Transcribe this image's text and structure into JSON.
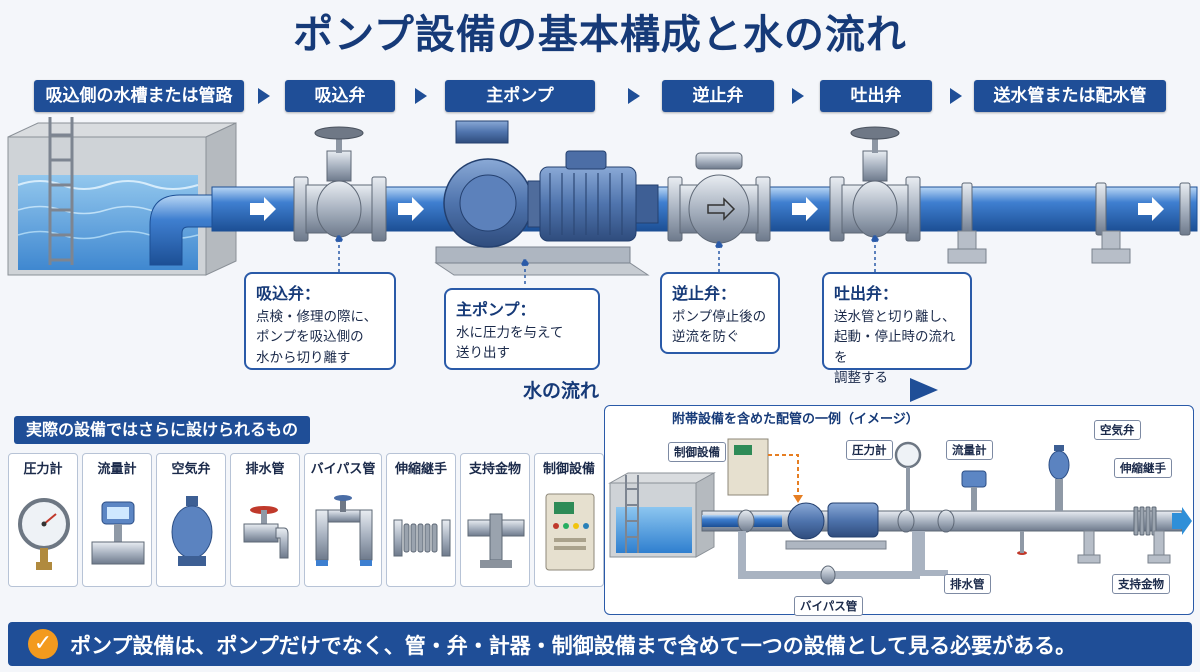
{
  "title": "ポンプ設備の基本構成と水の流れ",
  "steps": [
    {
      "label": "吸込側の水槽または管路"
    },
    {
      "label": "吸込弁"
    },
    {
      "label": "主ポンプ"
    },
    {
      "label": "逆止弁"
    },
    {
      "label": "吐出弁"
    },
    {
      "label": "送水管または配水管"
    }
  ],
  "callouts": [
    {
      "heading": "吸込弁：",
      "body": "点検・修理の際に、\nポンプを吸込側の\n水から切り離す"
    },
    {
      "heading": "主ポンプ：",
      "body": "水に圧力を与えて\n送り出す"
    },
    {
      "heading": "逆止弁：",
      "body": "ポンプ停止後の\n逆流を防ぐ"
    },
    {
      "heading": "吐出弁：",
      "body": "送水管と切り離し、\n起動・停止時の流れを\n調整する"
    }
  ],
  "flow_label": "水の流れ",
  "extras": {
    "title": "実際の設備ではさらに設けられるもの",
    "items": [
      {
        "label": "圧力計",
        "icon": "pressure-gauge-icon"
      },
      {
        "label": "流量計",
        "icon": "flowmeter-icon"
      },
      {
        "label": "空気弁",
        "icon": "air-valve-icon"
      },
      {
        "label": "排水管",
        "icon": "drain-pipe-icon"
      },
      {
        "label": "バイパス管",
        "icon": "bypass-pipe-icon"
      },
      {
        "label": "伸縮継手",
        "icon": "expansion-joint-icon"
      },
      {
        "label": "支持金物",
        "icon": "pipe-support-icon"
      },
      {
        "label": "制御設備",
        "icon": "control-panel-icon"
      }
    ]
  },
  "example": {
    "title": "附帯設備を含めた配管の一例（イメージ）",
    "labels": {
      "control": "制御設備",
      "pressure": "圧力計",
      "flowmeter": "流量計",
      "air_valve": "空気弁",
      "expansion": "伸縮継手",
      "drain": "排水管",
      "support": "支持金物",
      "bypass": "バイパス管"
    }
  },
  "footer": {
    "text": "ポンプ設備は、ポンプだけでなく、管・弁・計器・制御設備まで含めて一つの設備として見る必要がある。"
  },
  "colors": {
    "navy": "#1f4e97",
    "pipe": "#3f7fd0",
    "water": "#4a9ee0",
    "accent": "#f39a1e"
  }
}
